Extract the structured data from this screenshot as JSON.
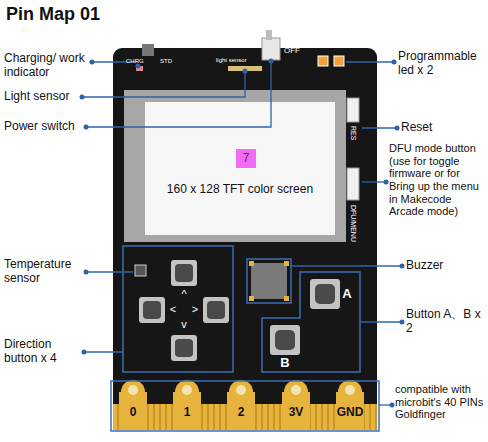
{
  "diagram": {
    "title": "Pin Map 01",
    "nodes": [
      {
        "text": [
          "160 x 128 TFT color screen"
        ]
      },
      {
        "text": [
          "7"
        ],
        "in": 0
      }
    ],
    "labels": [
      "Charging/ work indicator",
      "CHRG",
      "STD",
      "light sensor",
      "OFF",
      "Programmable led x 2",
      "Light sensor",
      "Power switch",
      "Reset",
      "RES",
      "DFU mode button (use for toggle firmware or for Bring up the menu in Makecode Arcade mode)",
      "DFU/MENU",
      "Temperature sensor",
      "Buzzer",
      "^",
      "A",
      "<",
      ">",
      "Button A、B x 2",
      "v",
      "Direction button x 4",
      "B",
      "0",
      "1",
      "2",
      "3V",
      "GND",
      "compatible with microbit's 40 PINs Goldfinger"
    ]
  }
}
